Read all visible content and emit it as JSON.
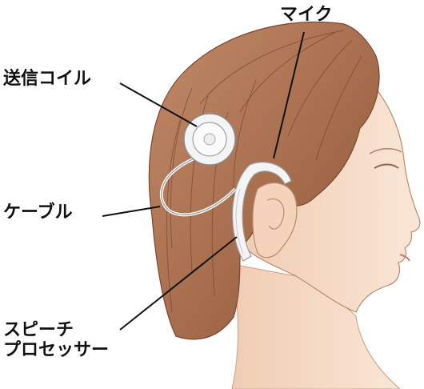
{
  "labels": {
    "transmitter_coil": "送信コイル",
    "microphone": "マイク",
    "cable": "ケーブル",
    "speech_processor_line1": "スピーチ",
    "speech_processor_line2": "プロセッサー"
  },
  "colors": {
    "hair": "#a9704f",
    "hair_dark": "#7a4630",
    "skin": "#f7ddc8",
    "skin_shade": "#e8bda0",
    "device": "#f4f4f4",
    "leader_line": "#111111"
  }
}
